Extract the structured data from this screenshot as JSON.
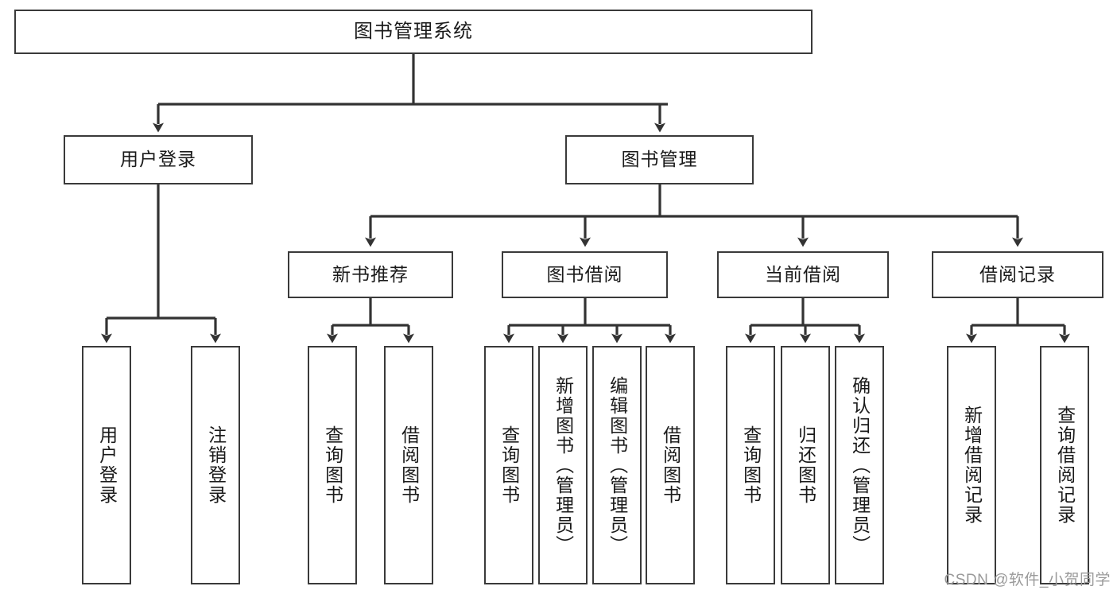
{
  "diagram": {
    "title": "图书管理系统",
    "type": "tree-hierarchy",
    "watermark": "CSDN @软件_小贺同学",
    "colors": {
      "box_border": "#3a3a3a",
      "box_fill": "#ffffff",
      "connector": "#333333",
      "text": "#1a1a1a",
      "watermark": "#9a9a9a"
    }
  },
  "nodes": {
    "root": {
      "label": "图书管理系统",
      "level": 1
    },
    "level2": [
      {
        "id": "user-login",
        "label": "用户登录"
      },
      {
        "id": "book-manage",
        "label": "图书管理"
      }
    ],
    "level3": [
      {
        "id": "new-book-recommend",
        "label": "新书推荐"
      },
      {
        "id": "book-borrow",
        "label": "图书借阅"
      },
      {
        "id": "current-borrow",
        "label": "当前借阅"
      },
      {
        "id": "borrow-record",
        "label": "借阅记录"
      }
    ],
    "leaves": [
      {
        "id": "leaf-user-login",
        "label": "用户登录",
        "parent": "user-login"
      },
      {
        "id": "leaf-logout-login",
        "label": "注销登录",
        "parent": "user-login"
      },
      {
        "id": "leaf-query-book-1",
        "label": "查询图书",
        "parent": "new-book-recommend"
      },
      {
        "id": "leaf-borrow-book-1",
        "label": "借阅图书",
        "parent": "new-book-recommend"
      },
      {
        "id": "leaf-query-book-2",
        "label": "查询图书",
        "parent": "book-borrow"
      },
      {
        "id": "leaf-add-book",
        "label": "新增图书（管理员）",
        "parent": "book-borrow"
      },
      {
        "id": "leaf-edit-book",
        "label": "编辑图书（管理员）",
        "parent": "book-borrow"
      },
      {
        "id": "leaf-borrow-book-2",
        "label": "借阅图书",
        "parent": "book-borrow"
      },
      {
        "id": "leaf-query-book-3",
        "label": "查询图书",
        "parent": "current-borrow"
      },
      {
        "id": "leaf-return-book",
        "label": "归还图书",
        "parent": "current-borrow"
      },
      {
        "id": "leaf-confirm-return",
        "label": "确认归还（管理员）",
        "parent": "current-borrow"
      },
      {
        "id": "leaf-add-record",
        "label": "新增借阅记录",
        "parent": "borrow-record"
      },
      {
        "id": "leaf-query-record",
        "label": "查询借阅记录",
        "parent": "borrow-record"
      }
    ]
  }
}
